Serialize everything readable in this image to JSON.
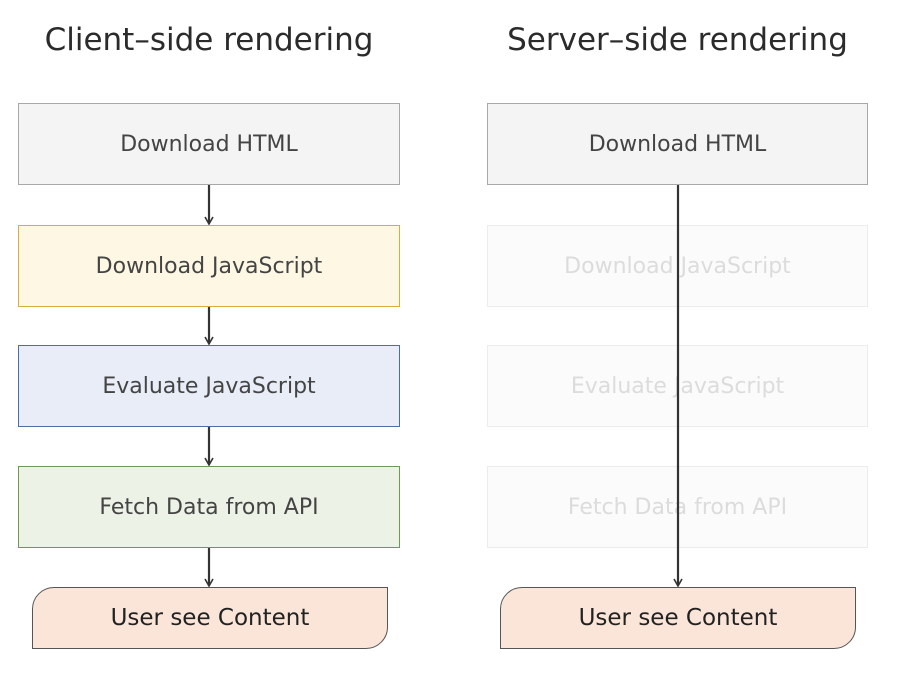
{
  "client": {
    "title": "Client–side rendering",
    "steps": [
      "Download HTML",
      "Download JavaScript",
      "Evaluate JavaScript",
      "Fetch Data from API"
    ],
    "final": "User see Content"
  },
  "server": {
    "title": "Server–side rendering",
    "steps": [
      "Download HTML",
      "Download JavaScript",
      "Evaluate JavaScript",
      "Fetch Data from API"
    ],
    "final": "User see Content"
  },
  "colors": {
    "neutral": "#f4f4f4",
    "download_js": "#fdf7e3",
    "evaluate_js": "#e8edf8",
    "fetch_data": "#ecf3e6",
    "content": "#fbe5d9",
    "arrow": "#333333"
  }
}
